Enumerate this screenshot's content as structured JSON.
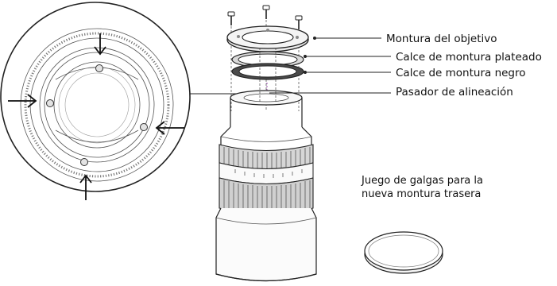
{
  "labels": {
    "lens_mount": "Montura del objetivo",
    "silver_shim": "Calce de montura plateado",
    "black_shim": "Calce de montura negro",
    "alignment_pin": "Pasador de alineación"
  },
  "shim_kit_note": {
    "line1": "Juego de galgas para la",
    "line2": "nueva montura trasera"
  },
  "colors": {
    "line": "#222222",
    "black_shim": "#4a4a4a",
    "silver_shim": "#d9d9d9",
    "alignment_pin": "#9b4fb0"
  },
  "icons": {
    "arrows": "arrow-icon",
    "screws": "screw-icon"
  }
}
